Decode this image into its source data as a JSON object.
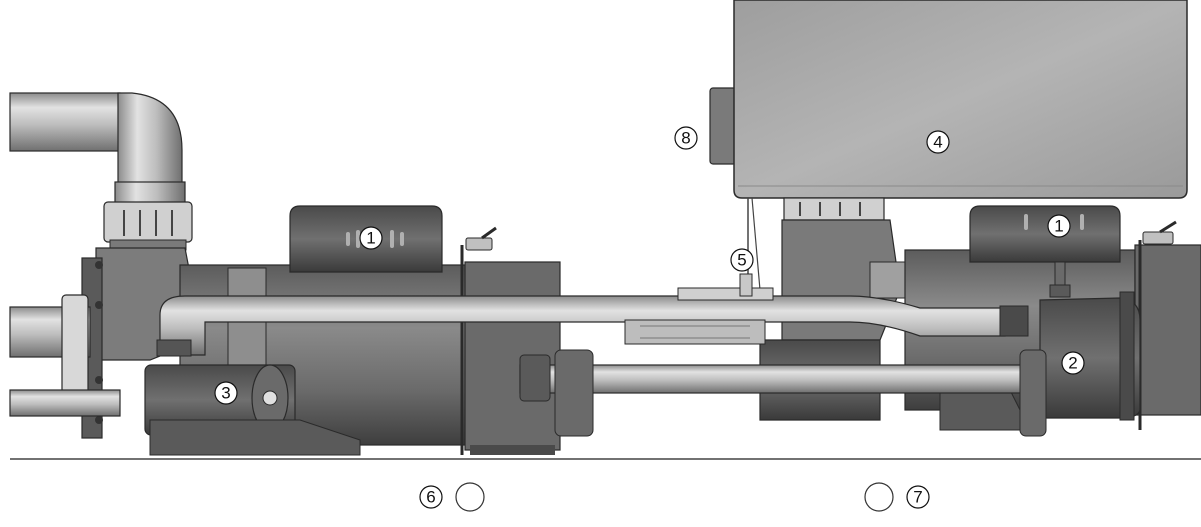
{
  "callouts": [
    {
      "id": "callout-1-left",
      "label": "1"
    },
    {
      "id": "callout-1-right",
      "label": "1"
    },
    {
      "id": "callout-2",
      "label": "2"
    },
    {
      "id": "callout-3",
      "label": "3"
    },
    {
      "id": "callout-4",
      "label": "4"
    },
    {
      "id": "callout-5",
      "label": "5"
    },
    {
      "id": "callout-6",
      "label": "6"
    },
    {
      "id": "callout-7",
      "label": "7"
    },
    {
      "id": "callout-8",
      "label": "8"
    }
  ],
  "colors": {
    "background": "#ffffff",
    "metal_light": "#d6d6d6",
    "metal_mid": "#9a9a9a",
    "metal_dark": "#555555",
    "body_dark": "#6e6e6e",
    "box": "#a8a8a8",
    "outline": "#2a2a2a"
  }
}
